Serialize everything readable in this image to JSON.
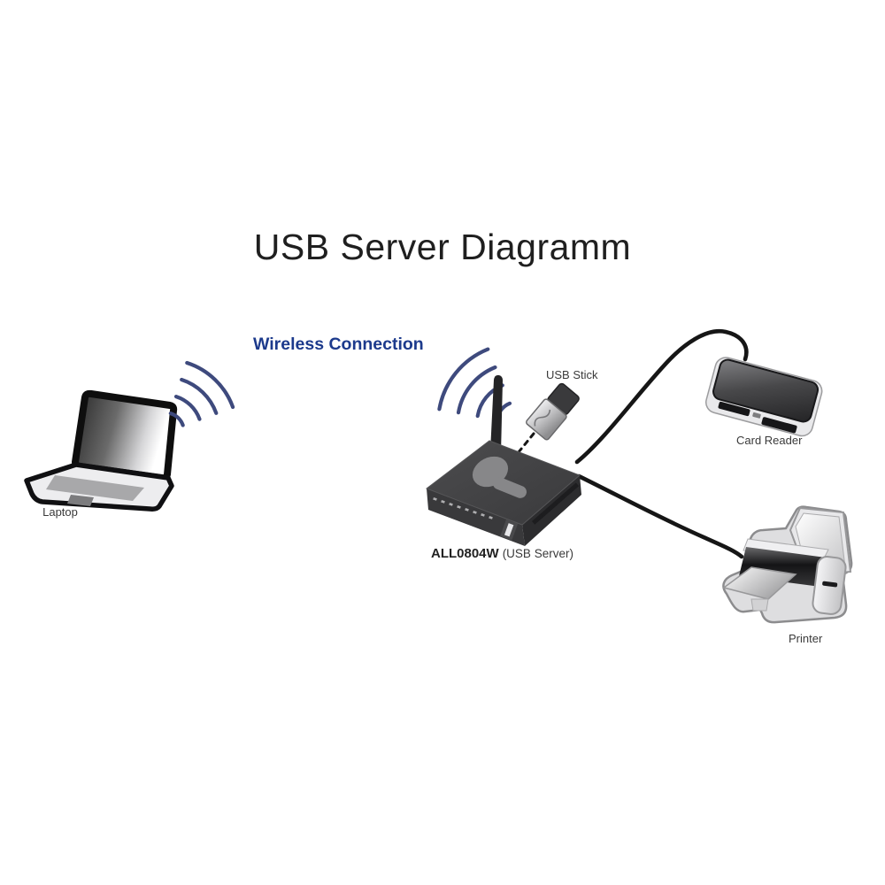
{
  "title": "USB Server Diagramm",
  "connection_label": "Wireless Connection",
  "devices": {
    "laptop": {
      "label": "Laptop"
    },
    "usb_server": {
      "model": "ALL0804W",
      "type": "(USB Server)"
    },
    "usb_stick": {
      "label": "USB Stick"
    },
    "card_reader": {
      "label": "Card Reader"
    },
    "printer": {
      "label": "Printer"
    }
  },
  "icons": {
    "laptop_wifi": "wifi-waves-icon",
    "router_wifi": "wifi-waves-icon"
  },
  "colors": {
    "title_text": "#1f1f1f",
    "accent_blue": "#1c3a8c",
    "wifi_arc": "#3e4a7d",
    "cable": "#161616",
    "label_text": "#3a3a3a",
    "device_dark": "#3a3a3c"
  }
}
